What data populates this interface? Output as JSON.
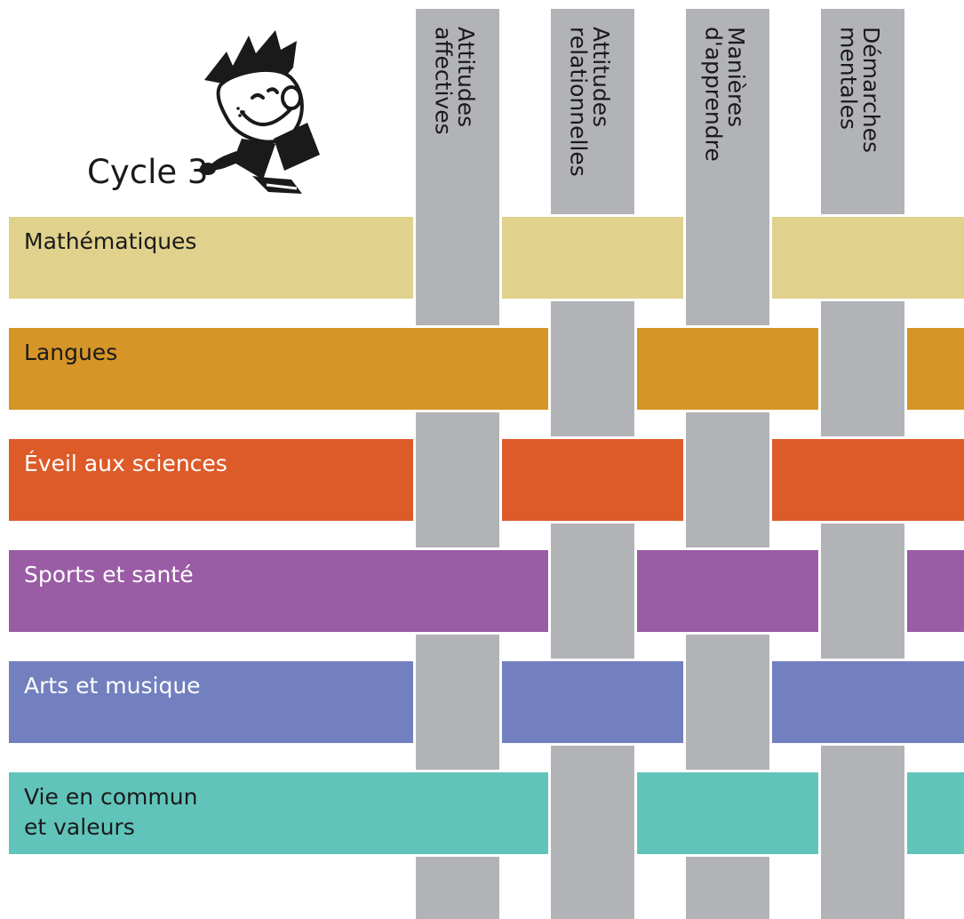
{
  "title": "Cycle 3",
  "mascot_icon": "cartoon-boy-icon",
  "columns": [
    {
      "label": "Attitudes\naffectives",
      "color": "#b2b3b6"
    },
    {
      "label": "Attitudes\nrelationnelles",
      "color": "#b2b3b6"
    },
    {
      "label": "Manières\nd'apprendre",
      "color": "#b2b3b6"
    },
    {
      "label": "Démarches\nmentales",
      "color": "#b2b3b6"
    }
  ],
  "rows": [
    {
      "label": "Mathématiques",
      "color": "#e0d18c",
      "text_color": "#1a1a1a"
    },
    {
      "label": "Langues",
      "color": "#d59527",
      "text_color": "#1a1a1a"
    },
    {
      "label": "Éveil aux sciences",
      "color": "#dc5b29",
      "text_color": "#ffffff"
    },
    {
      "label": "Sports et santé",
      "color": "#9a5ca5",
      "text_color": "#ffffff"
    },
    {
      "label": "Arts et musique",
      "color": "#7280bf",
      "text_color": "#ffffff"
    },
    {
      "label": "Vie en commun\net valeurs",
      "color": "#61c4bb",
      "text_color": "#1a1a1a"
    }
  ]
}
